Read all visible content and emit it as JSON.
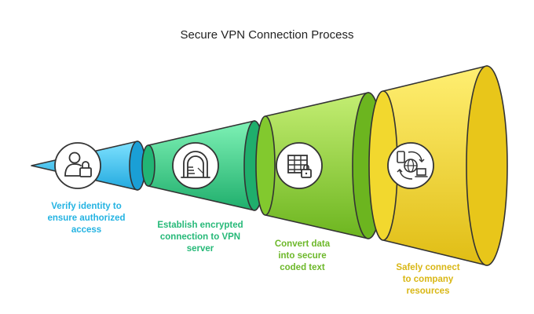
{
  "title": "Secure VPN Connection Process",
  "stages": [
    {
      "label_lines": [
        "Verify identity to",
        "ensure authorized",
        "access"
      ],
      "icon": "user-lock-icon",
      "color": "#36bde8"
    },
    {
      "label_lines": [
        "Establish encrypted",
        "connection to VPN",
        "server"
      ],
      "icon": "tunnel-icon",
      "color": "#2fc786"
    },
    {
      "label_lines": [
        "Convert data",
        "into secure",
        "coded text"
      ],
      "icon": "encrypted-table-icon",
      "color": "#78c82b"
    },
    {
      "label_lines": [
        "Safely connect",
        "to company",
        "resources"
      ],
      "icon": "network-globe-icon",
      "color": "#e3c21b"
    }
  ]
}
